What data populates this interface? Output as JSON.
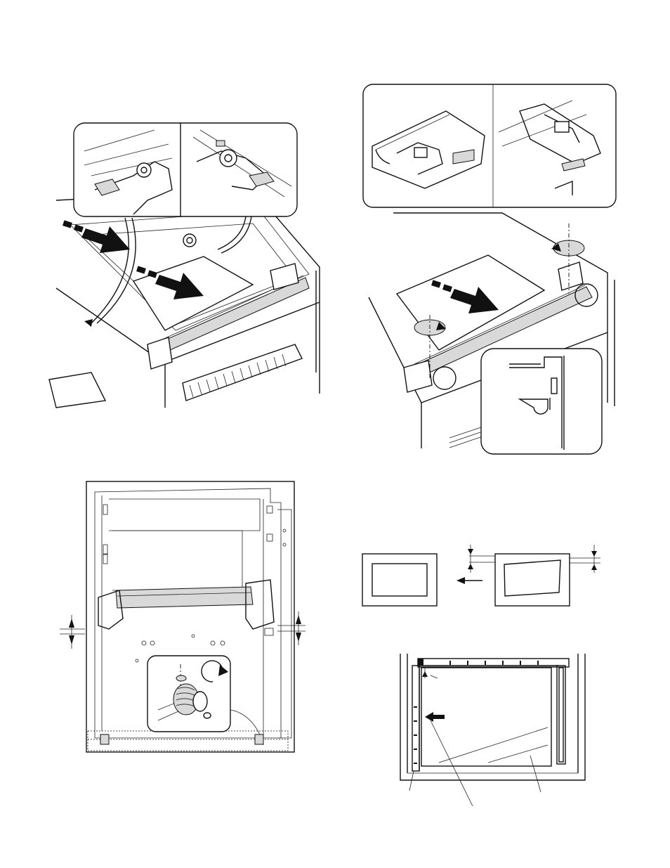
{
  "figures": {
    "top_left": {
      "description_id": "scanner-unit-removal"
    },
    "top_right": {
      "description_id": "scanner-unit-installation"
    },
    "bottom_left": {
      "description_id": "mirror-base-adjustment"
    },
    "middle_right": {
      "description_id": "image-position-comparison"
    },
    "bottom_right": {
      "description_id": "document-glass-reference"
    }
  },
  "colors": {
    "line": "#111111",
    "fill": "#ffffff",
    "shade": "#d9d9d9"
  }
}
